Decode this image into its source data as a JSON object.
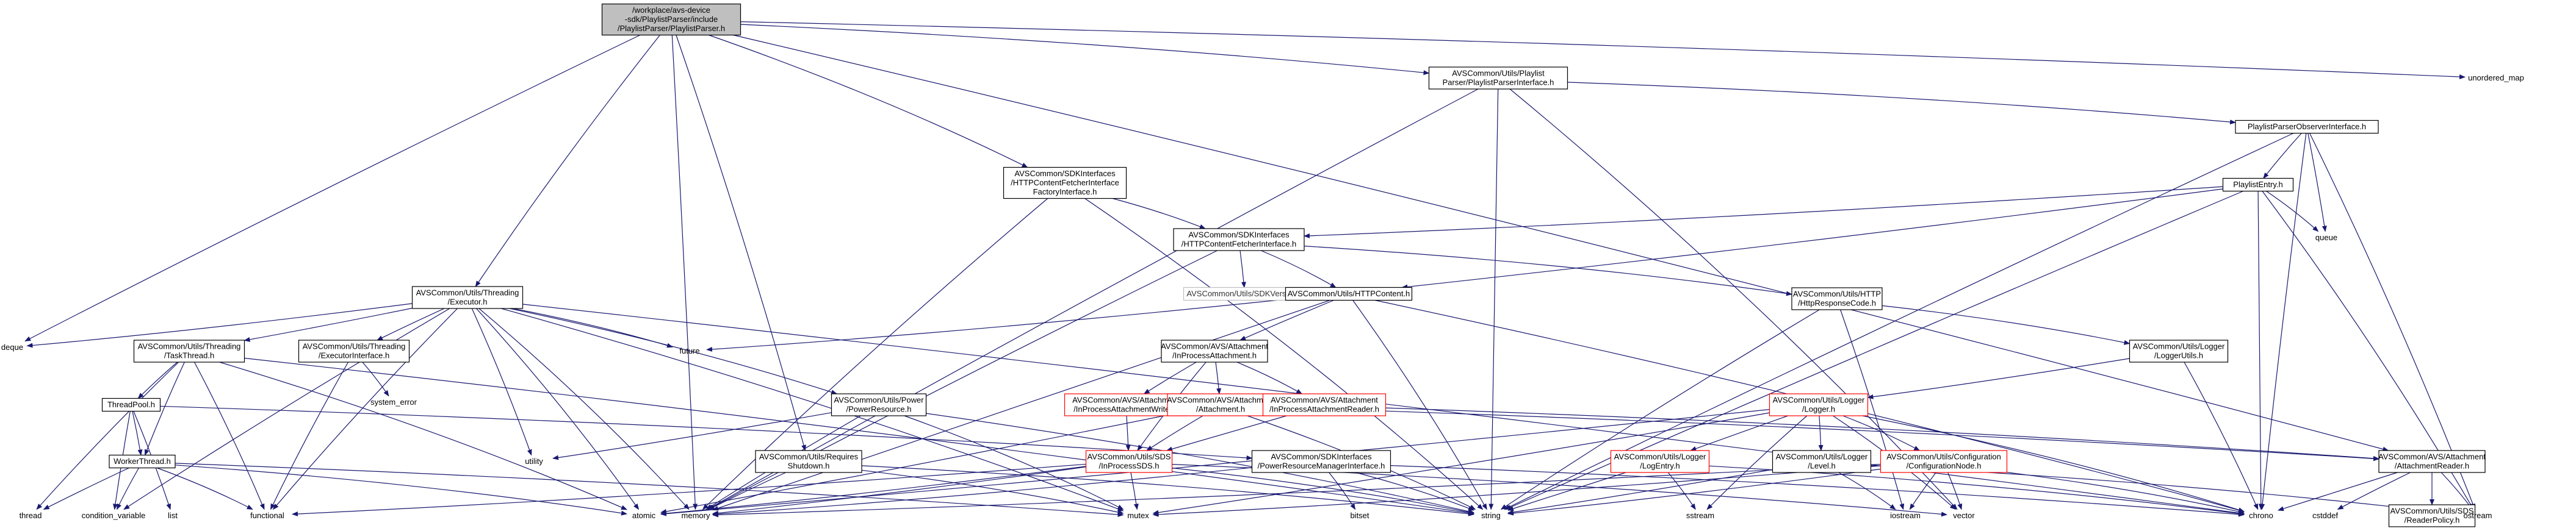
{
  "graph": {
    "title": "",
    "edge_color": "#191970",
    "root_fill": "#bfbfbf",
    "incomplete_stroke": "#ff0000",
    "nodes": [
      {
        "id": "root",
        "lines": [
          "/workplace/avs-device",
          "-sdk/PlaylistParser/include",
          "/PlaylistParser/PlaylistParser.h"
        ],
        "style": "root"
      },
      {
        "id": "ppi",
        "lines": [
          "AVSCommon/Utils/Playlist",
          "Parser/PlaylistParserInterface.h"
        ],
        "style": "normal"
      },
      {
        "id": "umap",
        "lines": [
          "unordered_map"
        ],
        "style": "plain"
      },
      {
        "id": "ppoi",
        "lines": [
          "PlaylistParserObserverInterface.h"
        ],
        "style": "normal"
      },
      {
        "id": "pe",
        "lines": [
          "PlaylistEntry.h"
        ],
        "style": "normal"
      },
      {
        "id": "queue",
        "lines": [
          "queue"
        ],
        "style": "plain"
      },
      {
        "id": "hcffi",
        "lines": [
          "AVSCommon/SDKInterfaces",
          "/HTTPContentFetcherInterface",
          "FactoryInterface.h"
        ],
        "style": "normal"
      },
      {
        "id": "hcfi",
        "lines": [
          "AVSCommon/SDKInterfaces",
          "/HTTPContentFetcherInterface.h"
        ],
        "style": "normal"
      },
      {
        "id": "sdkver",
        "lines": [
          "AVSCommon/Utils/SDKVersion.h"
        ],
        "style": "gray"
      },
      {
        "id": "httpc",
        "lines": [
          "AVSCommon/Utils/HTTPContent.h"
        ],
        "style": "normal"
      },
      {
        "id": "hrc",
        "lines": [
          "AVSCommon/Utils/HTTP",
          "/HttpResponseCode.h"
        ],
        "style": "normal"
      },
      {
        "id": "exec",
        "lines": [
          "AVSCommon/Utils/Threading",
          "/Executor.h"
        ],
        "style": "normal"
      },
      {
        "id": "deque",
        "lines": [
          "deque"
        ],
        "style": "plain"
      },
      {
        "id": "future",
        "lines": [
          "future"
        ],
        "style": "plain"
      },
      {
        "id": "tt",
        "lines": [
          "AVSCommon/Utils/Threading",
          "/TaskThread.h"
        ],
        "style": "normal"
      },
      {
        "id": "exi",
        "lines": [
          "AVSCommon/Utils/Threading",
          "/ExecutorInterface.h"
        ],
        "style": "normal"
      },
      {
        "id": "syserr",
        "lines": [
          "system_error"
        ],
        "style": "plain"
      },
      {
        "id": "ipa",
        "lines": [
          "AVSCommon/AVS/Attachment",
          "/InProcessAttachment.h"
        ],
        "style": "normal"
      },
      {
        "id": "lu",
        "lines": [
          "AVSCommon/Utils/Logger",
          "/LoggerUtils.h"
        ],
        "style": "normal"
      },
      {
        "id": "tp",
        "lines": [
          "ThreadPool.h"
        ],
        "style": "normal"
      },
      {
        "id": "pr",
        "lines": [
          "AVSCommon/Utils/Power",
          "/PowerResource.h"
        ],
        "style": "normal"
      },
      {
        "id": "ipaw",
        "lines": [
          "AVSCommon/AVS/Attachment",
          "/InProcessAttachmentWriter.h"
        ],
        "style": "red"
      },
      {
        "id": "att",
        "lines": [
          "AVSCommon/AVS/Attachment",
          "/Attachment.h"
        ],
        "style": "red"
      },
      {
        "id": "ipar",
        "lines": [
          "AVSCommon/AVS/Attachment",
          "/InProcessAttachmentReader.h"
        ],
        "style": "red"
      },
      {
        "id": "logger",
        "lines": [
          "AVSCommon/Utils/Logger",
          "/Logger.h"
        ],
        "style": "red"
      },
      {
        "id": "utility",
        "lines": [
          "utility"
        ],
        "style": "plain"
      },
      {
        "id": "wt",
        "lines": [
          "WorkerThread.h"
        ],
        "style": "normal"
      },
      {
        "id": "rs",
        "lines": [
          "AVSCommon/Utils/Requires",
          "Shutdown.h"
        ],
        "style": "normal"
      },
      {
        "id": "sds",
        "lines": [
          "AVSCommon/Utils/SDS",
          "/InProcessSDS.h"
        ],
        "style": "red"
      },
      {
        "id": "pmi",
        "lines": [
          "AVSCommon/SDKInterfaces",
          "/PowerResourceManagerInterface.h"
        ],
        "style": "normal"
      },
      {
        "id": "le",
        "lines": [
          "AVSCommon/Utils/Logger",
          "/LogEntry.h"
        ],
        "style": "red"
      },
      {
        "id": "lvl",
        "lines": [
          "AVSCommon/Utils/Logger",
          "/Level.h"
        ],
        "style": "normal"
      },
      {
        "id": "cn",
        "lines": [
          "AVSCommon/Utils/Configuration",
          "/ConfigurationNode.h"
        ],
        "style": "red"
      },
      {
        "id": "ar",
        "lines": [
          "AVSCommon/AVS/Attachment",
          "/AttachmentReader.h"
        ],
        "style": "normal"
      },
      {
        "id": "rp",
        "lines": [
          "AVSCommon/Utils/SDS",
          "/ReaderPolicy.h"
        ],
        "style": "normal"
      },
      {
        "id": "thread",
        "lines": [
          "thread"
        ],
        "style": "plain"
      },
      {
        "id": "condvar",
        "lines": [
          "condition_variable"
        ],
        "style": "plain"
      },
      {
        "id": "list",
        "lines": [
          "list"
        ],
        "style": "plain"
      },
      {
        "id": "functional",
        "lines": [
          "functional"
        ],
        "style": "plain"
      },
      {
        "id": "atomic",
        "lines": [
          "atomic"
        ],
        "style": "plain"
      },
      {
        "id": "memory",
        "lines": [
          "memory"
        ],
        "style": "plain"
      },
      {
        "id": "mutex",
        "lines": [
          "mutex"
        ],
        "style": "plain"
      },
      {
        "id": "bitset",
        "lines": [
          "bitset"
        ],
        "style": "plain"
      },
      {
        "id": "string",
        "lines": [
          "string"
        ],
        "style": "plain"
      },
      {
        "id": "sstream",
        "lines": [
          "sstream"
        ],
        "style": "plain"
      },
      {
        "id": "iostream",
        "lines": [
          "iostream"
        ],
        "style": "plain"
      },
      {
        "id": "vector",
        "lines": [
          "vector"
        ],
        "style": "plain"
      },
      {
        "id": "chrono",
        "lines": [
          "chrono"
        ],
        "style": "plain"
      },
      {
        "id": "cstddef",
        "lines": [
          "cstddef"
        ],
        "style": "plain"
      },
      {
        "id": "ostream",
        "lines": [
          "ostream"
        ],
        "style": "plain"
      }
    ],
    "edges": [
      [
        "root",
        "ppi"
      ],
      [
        "root",
        "umap"
      ],
      [
        "root",
        "hcffi"
      ],
      [
        "root",
        "exec"
      ],
      [
        "root",
        "deque"
      ],
      [
        "root",
        "rs"
      ],
      [
        "root",
        "ar"
      ],
      [
        "root",
        "memory"
      ],
      [
        "ppi",
        "ppoi"
      ],
      [
        "ppi",
        "memory"
      ],
      [
        "ppi",
        "string"
      ],
      [
        "ppi",
        "vector"
      ],
      [
        "ppoi",
        "pe"
      ],
      [
        "ppoi",
        "queue"
      ],
      [
        "ppoi",
        "string"
      ],
      [
        "ppoi",
        "chrono"
      ],
      [
        "ppoi",
        "ostream"
      ],
      [
        "pe",
        "hcfi"
      ],
      [
        "pe",
        "queue"
      ],
      [
        "pe",
        "httpc"
      ],
      [
        "pe",
        "string"
      ],
      [
        "pe",
        "chrono"
      ],
      [
        "pe",
        "ostream"
      ],
      [
        "hcffi",
        "hcfi"
      ],
      [
        "hcffi",
        "memory"
      ],
      [
        "hcffi",
        "string"
      ],
      [
        "hcfi",
        "sdkver"
      ],
      [
        "hcfi",
        "httpc"
      ],
      [
        "hcfi",
        "hrc"
      ],
      [
        "hcfi",
        "memory"
      ],
      [
        "httpc",
        "future"
      ],
      [
        "httpc",
        "ipa"
      ],
      [
        "httpc",
        "memory"
      ],
      [
        "httpc",
        "string"
      ],
      [
        "httpc",
        "chrono"
      ],
      [
        "hrc",
        "lu"
      ],
      [
        "hrc",
        "string"
      ],
      [
        "hrc",
        "iostream"
      ],
      [
        "exec",
        "deque"
      ],
      [
        "exec",
        "future"
      ],
      [
        "exec",
        "tt"
      ],
      [
        "exec",
        "exi"
      ],
      [
        "exec",
        "pr"
      ],
      [
        "exec",
        "utility"
      ],
      [
        "exec",
        "condvar"
      ],
      [
        "exec",
        "functional"
      ],
      [
        "exec",
        "atomic"
      ],
      [
        "exec",
        "memory"
      ],
      [
        "exec",
        "mutex"
      ],
      [
        "exec",
        "chrono"
      ],
      [
        "tt",
        "tp"
      ],
      [
        "tt",
        "wt"
      ],
      [
        "tt",
        "thread"
      ],
      [
        "tt",
        "functional"
      ],
      [
        "tt",
        "atomic"
      ],
      [
        "tt",
        "string"
      ],
      [
        "exi",
        "syserr"
      ],
      [
        "exi",
        "functional"
      ],
      [
        "ipa",
        "ipaw"
      ],
      [
        "ipa",
        "att"
      ],
      [
        "ipa",
        "ipar"
      ],
      [
        "ipa",
        "sds"
      ],
      [
        "lu",
        "logger"
      ],
      [
        "lu",
        "chrono"
      ],
      [
        "tp",
        "wt"
      ],
      [
        "tp",
        "pmi"
      ],
      [
        "tp",
        "condvar"
      ],
      [
        "tp",
        "list"
      ],
      [
        "pr",
        "memory"
      ],
      [
        "pr",
        "mutex"
      ],
      [
        "pr",
        "string"
      ],
      [
        "pr",
        "utility"
      ],
      [
        "ipaw",
        "sds"
      ],
      [
        "att",
        "sds"
      ],
      [
        "att",
        "ar"
      ],
      [
        "att",
        "string"
      ],
      [
        "att",
        "atomic"
      ],
      [
        "ipar",
        "ar"
      ],
      [
        "ipar",
        "sds"
      ],
      [
        "logger",
        "le"
      ],
      [
        "logger",
        "lvl"
      ],
      [
        "logger",
        "cn"
      ],
      [
        "logger",
        "sstream"
      ],
      [
        "logger",
        "mutex"
      ],
      [
        "logger",
        "atomic"
      ],
      [
        "logger",
        "chrono"
      ],
      [
        "logger",
        "vector"
      ],
      [
        "wt",
        "thread"
      ],
      [
        "wt",
        "condvar"
      ],
      [
        "wt",
        "functional"
      ],
      [
        "wt",
        "atomic"
      ],
      [
        "wt",
        "mutex"
      ],
      [
        "rs",
        "memory"
      ],
      [
        "rs",
        "mutex"
      ],
      [
        "rs",
        "string"
      ],
      [
        "sds",
        "memory"
      ],
      [
        "sds",
        "mutex"
      ],
      [
        "sds",
        "string"
      ],
      [
        "sds",
        "functional"
      ],
      [
        "sds",
        "atomic"
      ],
      [
        "sds",
        "vector"
      ],
      [
        "pmi",
        "memory"
      ],
      [
        "pmi",
        "string"
      ],
      [
        "pmi",
        "bitset"
      ],
      [
        "pmi",
        "chrono"
      ],
      [
        "le",
        "string"
      ],
      [
        "le",
        "sstream"
      ],
      [
        "le",
        "chrono"
      ],
      [
        "lvl",
        "string"
      ],
      [
        "lvl",
        "iostream"
      ],
      [
        "lvl",
        "ostream"
      ],
      [
        "cn",
        "string"
      ],
      [
        "cn",
        "iostream"
      ],
      [
        "cn",
        "vector"
      ],
      [
        "cn",
        "mutex"
      ],
      [
        "cn",
        "memory"
      ],
      [
        "cn",
        "chrono"
      ],
      [
        "ar",
        "rp"
      ],
      [
        "ar",
        "chrono"
      ],
      [
        "ar",
        "cstddef"
      ],
      [
        "ar",
        "ostream"
      ]
    ]
  }
}
